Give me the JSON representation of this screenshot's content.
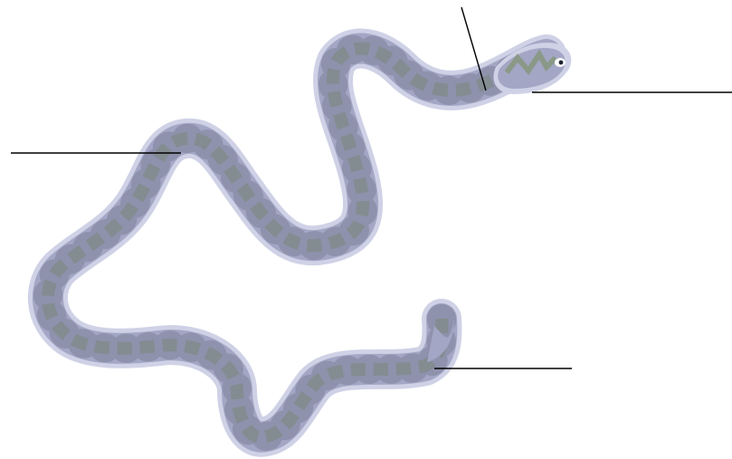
{
  "diagram": {
    "subject": "snake-icon",
    "colors": {
      "background": "#ffffff",
      "body_outline": "#cfd2e6",
      "body_main": "#a3a6c4",
      "pattern": "#8a9987",
      "spots": "#7e8199",
      "eye_white": "#ffffff",
      "pupil": "#1f2230",
      "leader_line": "#000000"
    },
    "label_lines": [
      {
        "id": "label-line-neck",
        "text": ""
      },
      {
        "id": "label-line-head",
        "text": ""
      },
      {
        "id": "label-line-body",
        "text": ""
      },
      {
        "id": "label-line-tail",
        "text": ""
      }
    ]
  }
}
